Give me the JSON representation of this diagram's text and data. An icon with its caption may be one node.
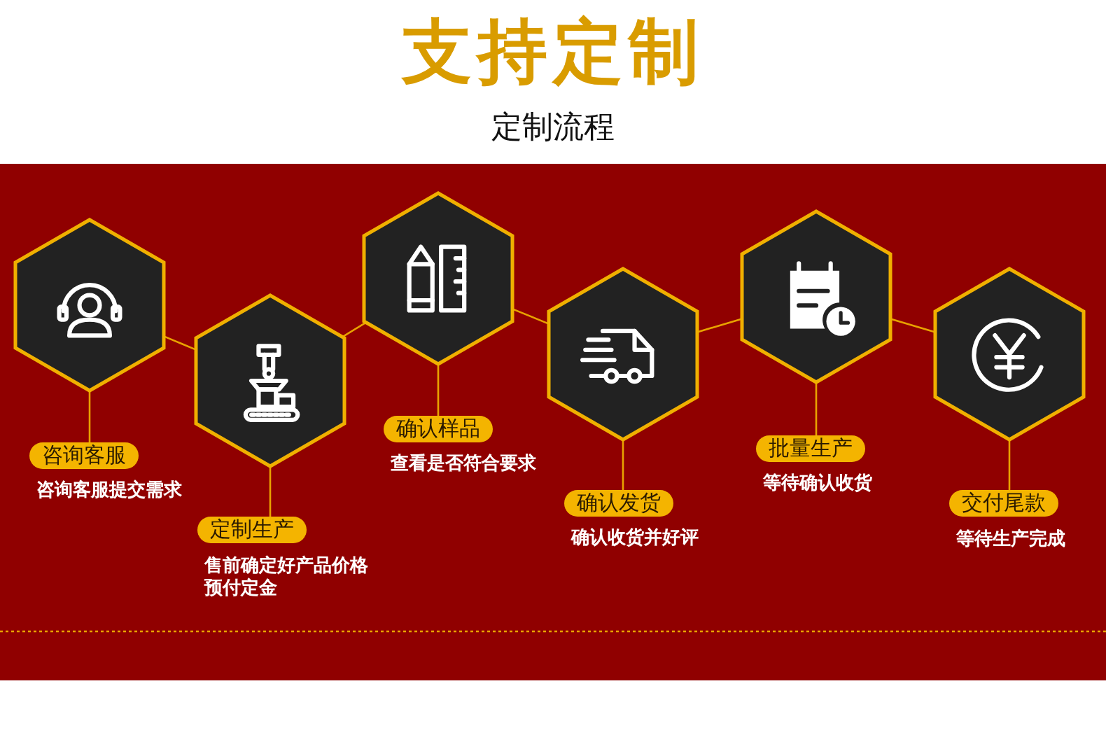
{
  "diagram": {
    "title": "支持定制",
    "nodes": [
      {
        "text": [],
        "shape": "hexagon"
      },
      {
        "text": [],
        "shape": "hexagon"
      },
      {
        "text": [],
        "shape": "hexagon"
      },
      {
        "text": [],
        "shape": "hexagon"
      },
      {
        "text": [],
        "shape": "hexagon"
      },
      {
        "text": [],
        "shape": "hexagon"
      },
      {
        "text": [
          "咨询客服"
        ],
        "beside": [
          "咨询客服提交需求"
        ]
      },
      {
        "text": [
          "定制生产"
        ],
        "beside": [
          "售前确定好产品价格预付定金"
        ]
      },
      {
        "text": [
          "确认样品"
        ],
        "beside": [
          "查看是否符合要求"
        ]
      },
      {
        "text": [
          "确认发货"
        ],
        "beside": [
          "确认收货并好评"
        ]
      },
      {
        "text": [
          "批量生产"
        ],
        "beside": [
          "等待确认收货"
        ]
      },
      {
        "text": [
          "交付尾款"
        ],
        "beside": [
          "等待生产完成"
        ]
      }
    ],
    "edges": [
      {
        "from": 0,
        "to": 1,
        "arrow": "none"
      },
      {
        "from": 1,
        "to": 2,
        "arrow": "none"
      },
      {
        "from": 2,
        "to": 3,
        "arrow": "none"
      },
      {
        "from": 3,
        "to": 4,
        "arrow": "none"
      },
      {
        "from": 4,
        "to": 5,
        "arrow": "none"
      },
      {
        "from": 0,
        "to": 6,
        "arrow": "none"
      },
      {
        "from": 1,
        "to": 7,
        "arrow": "none"
      },
      {
        "from": 2,
        "to": 8,
        "arrow": "none"
      },
      {
        "from": 3,
        "to": 9,
        "arrow": "none"
      },
      {
        "from": 4,
        "to": 10,
        "arrow": "none"
      },
      {
        "from": 5,
        "to": 11,
        "arrow": "none"
      }
    ],
    "labels": [
      "定制流程"
    ]
  }
}
